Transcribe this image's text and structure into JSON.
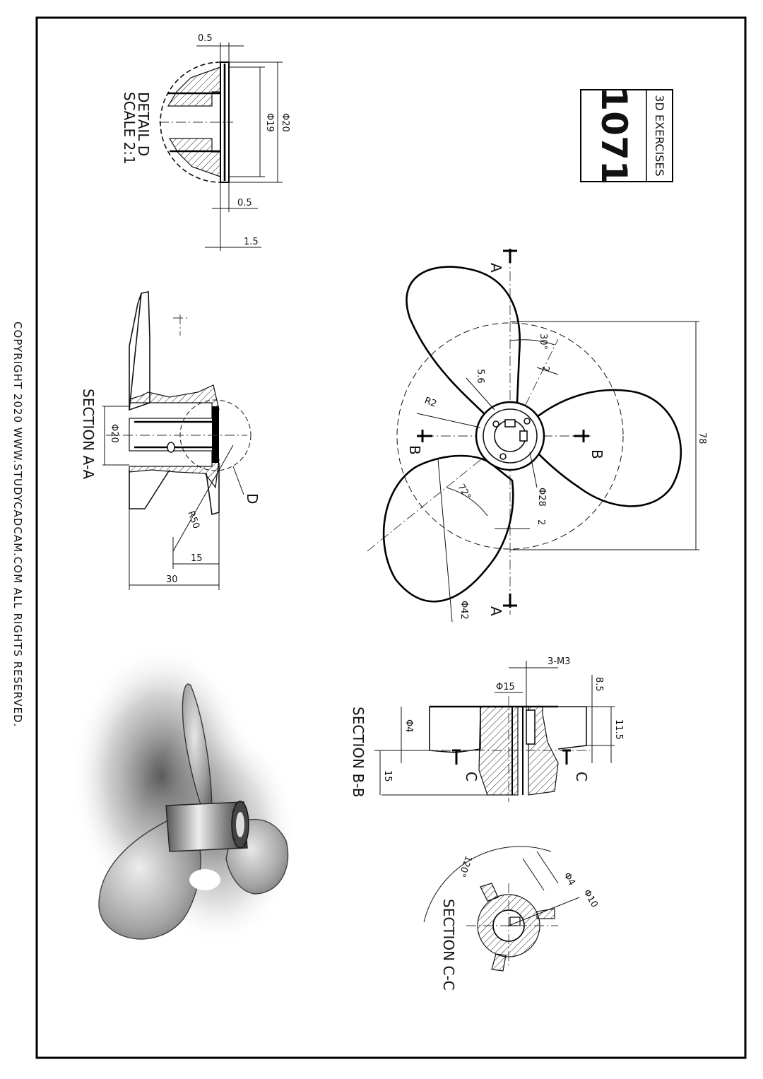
{
  "title_block": {
    "caption": "3D EXERCISES",
    "number": "1071"
  },
  "copyright": "COPYRIGHT 2020 WWW.STUDYCADCAM.COM ALL RIGHTS RESERVED.",
  "views": {
    "detail_d": {
      "title": "DETAIL D",
      "scale": "SCALE 2:1",
      "dims": [
        "0.5",
        "Φ19",
        "Φ20",
        "0.5",
        "1.5"
      ]
    },
    "section_aa": {
      "title": "SECTION A-A",
      "marker": "D",
      "dims": [
        "Φ20",
        "R50",
        "15",
        "30"
      ]
    },
    "front": {
      "cut_labels": [
        "A",
        "A",
        "B",
        "B"
      ],
      "dims": [
        "78",
        "30°",
        "2",
        "5.6",
        "R2",
        "Φ28",
        "72°",
        "2",
        "Φ42"
      ]
    },
    "section_bb": {
      "title": "SECTION B-B",
      "cut_labels": [
        "C",
        "C"
      ],
      "dims": [
        "3-M3",
        "Φ15",
        "8.5",
        "11.5",
        "Φ4",
        "15"
      ]
    },
    "section_cc": {
      "title": "SECTION C-C",
      "dims": [
        "120°",
        "Φ4",
        "Φ10"
      ]
    }
  }
}
